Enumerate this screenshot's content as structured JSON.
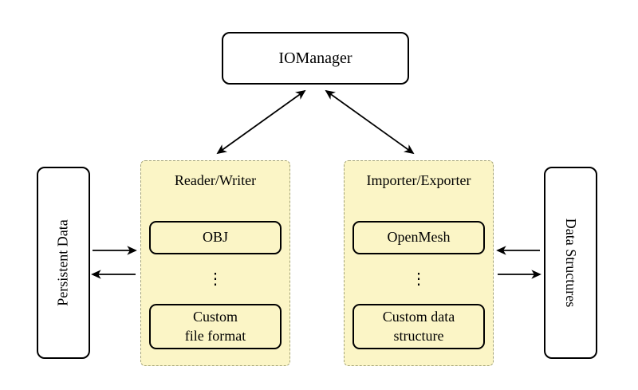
{
  "iomanager": {
    "label": "IOManager"
  },
  "left_panel": {
    "label": "Persistent Data"
  },
  "right_panel": {
    "label": "Data Structures"
  },
  "reader_writer": {
    "title": "Reader/Writer",
    "dots": "⋮",
    "node_top": {
      "lines": [
        "OBJ"
      ]
    },
    "node_bottom": {
      "lines": [
        "Custom",
        "file format"
      ]
    }
  },
  "importer_exporter": {
    "title": "Importer/Exporter",
    "dots": "⋮",
    "node_top": {
      "lines": [
        "OpenMesh"
      ]
    },
    "node_bottom": {
      "lines": [
        "Custom data",
        "structure"
      ]
    }
  },
  "colors": {
    "group_fill": "#fbf5c6",
    "group_border": "#a3a378",
    "node_border": "#000000",
    "arrow": "#000000"
  }
}
